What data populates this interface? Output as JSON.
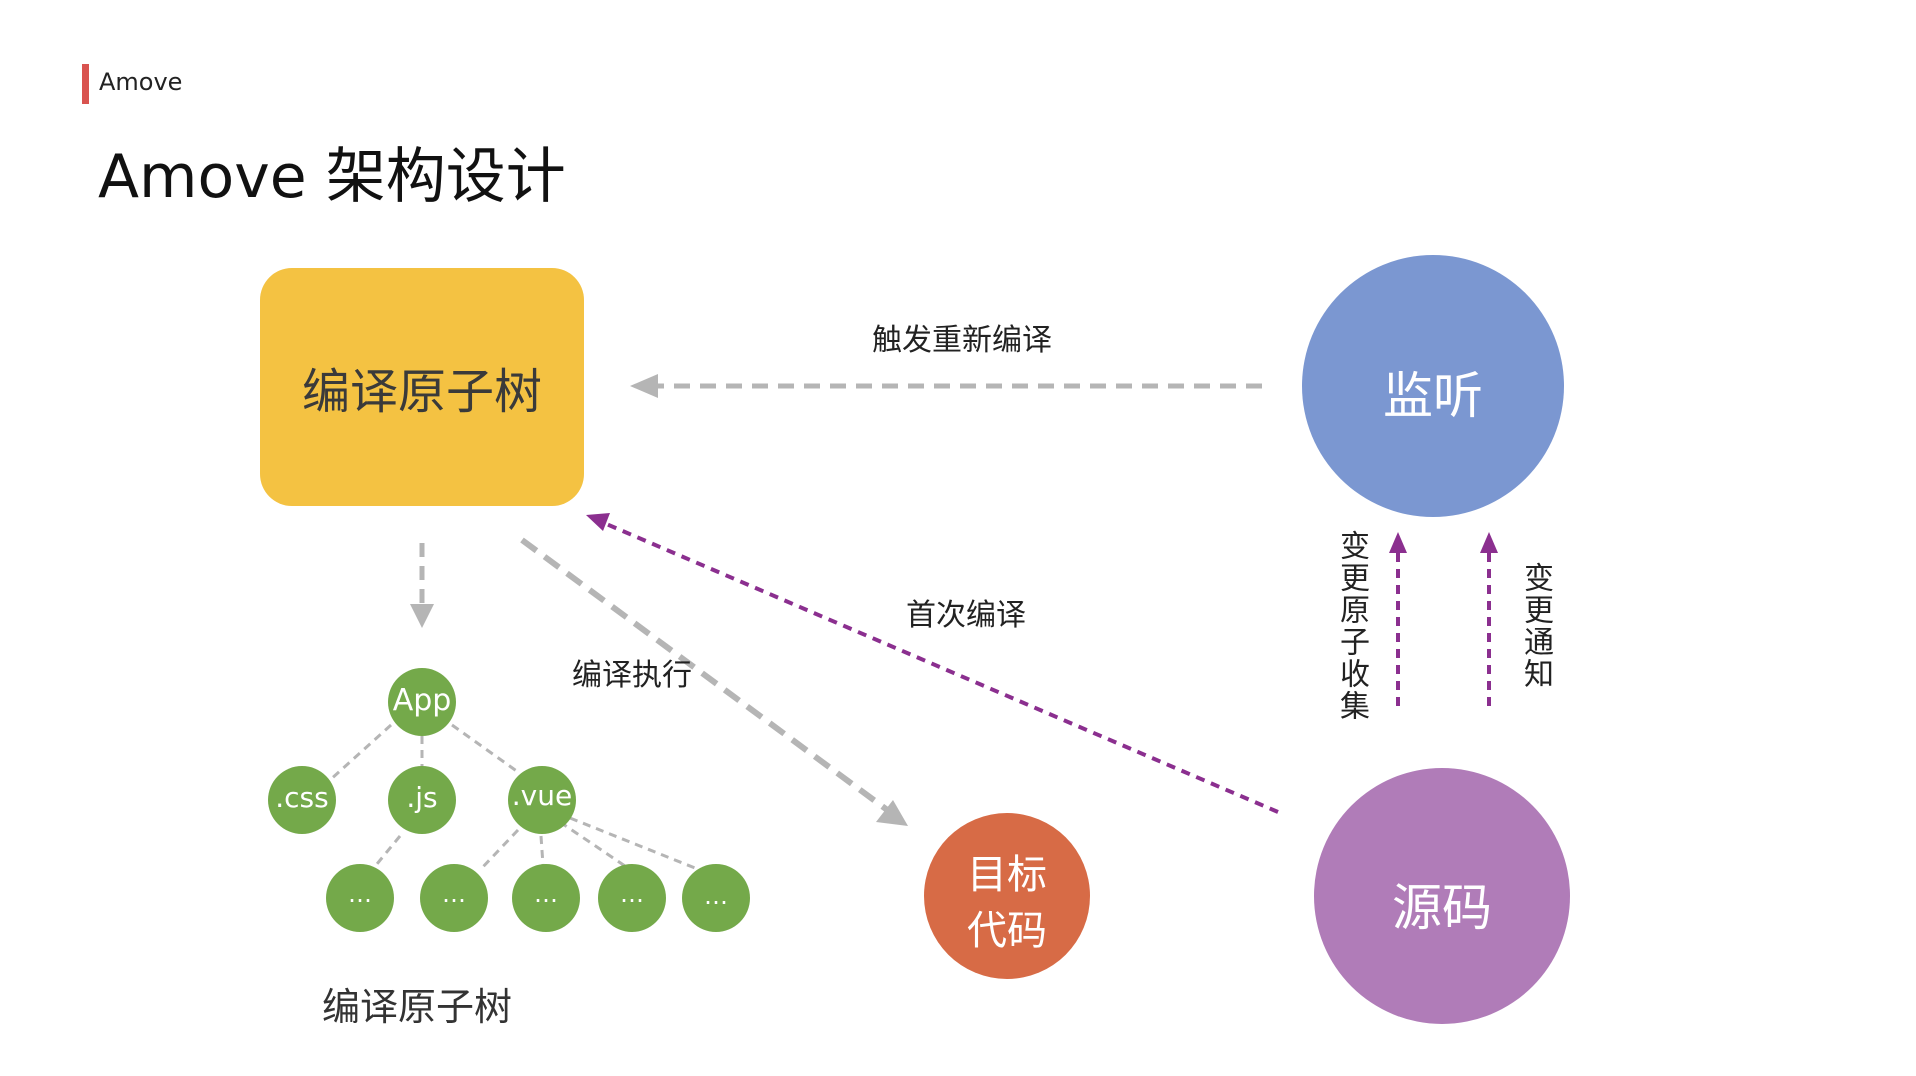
{
  "header": {
    "section_label": "Amove",
    "title": "Amove 架构设计"
  },
  "nodes": {
    "compile_tree": {
      "label": "编译原子树",
      "color": "#f4c242"
    },
    "listen": {
      "label": "监听",
      "color": "#7b97d1"
    },
    "source": {
      "label": "源码",
      "color": "#b07cb8"
    },
    "target_code": {
      "label_line1": "目标",
      "label_line2": "代码",
      "color": "#d76b46"
    }
  },
  "tree": {
    "caption": "编译原子树",
    "color": "#74a94a",
    "root": "App",
    "level1": [
      ".css",
      ".js",
      ".vue"
    ],
    "leaves": [
      "…",
      "…",
      "…",
      "…",
      "…"
    ]
  },
  "edges": {
    "retrigger": {
      "label": "触发重新编译"
    },
    "compile_exec": {
      "label": "编译执行"
    },
    "first_compile": {
      "label": "首次编译"
    },
    "change_collect": {
      "label": "变更原子收集"
    },
    "change_notify": {
      "label": "变更通知"
    }
  },
  "colors": {
    "gray_arrow": "#b5b5b5",
    "purple_arrow": "#8b2f8f",
    "accent": "#d9534f"
  }
}
